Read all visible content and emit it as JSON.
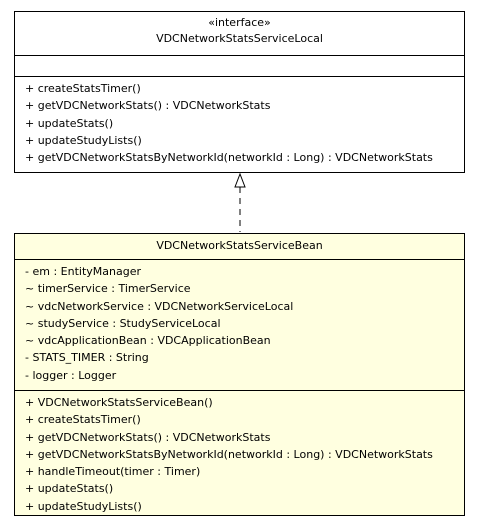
{
  "interface_class": {
    "stereotype": "«interface»",
    "name": "VDCNetworkStatsServiceLocal",
    "attributes": [],
    "operations": [
      "+ createStatsTimer()",
      "+ getVDCNetworkStats() : VDCNetworkStats",
      "+ updateStats()",
      "+ updateStudyLists()",
      "+ getVDCNetworkStatsByNetworkId(networkId : Long) : VDCNetworkStats"
    ]
  },
  "bean_class": {
    "name": "VDCNetworkStatsServiceBean",
    "attributes": [
      "- em : EntityManager",
      "~ timerService : TimerService",
      "~ vdcNetworkService : VDCNetworkServiceLocal",
      "~ studyService : StudyServiceLocal",
      "~ vdcApplicationBean : VDCApplicationBean",
      "- STATS_TIMER : String",
      "- logger : Logger"
    ],
    "operations": [
      "+ VDCNetworkStatsServiceBean()",
      "+ createStatsTimer()",
      "+ getVDCNetworkStats() : VDCNetworkStats",
      "+ getVDCNetworkStatsByNetworkId(networkId : Long) : VDCNetworkStats",
      "+ handleTimeout(timer : Timer)",
      "+ updateStats()",
      "+ updateStudyLists()"
    ],
    "fill_color": "#ffffe0"
  },
  "relationship": {
    "type": "realization",
    "from": "VDCNetworkStatsServiceBean",
    "to": "VDCNetworkStatsServiceLocal"
  }
}
